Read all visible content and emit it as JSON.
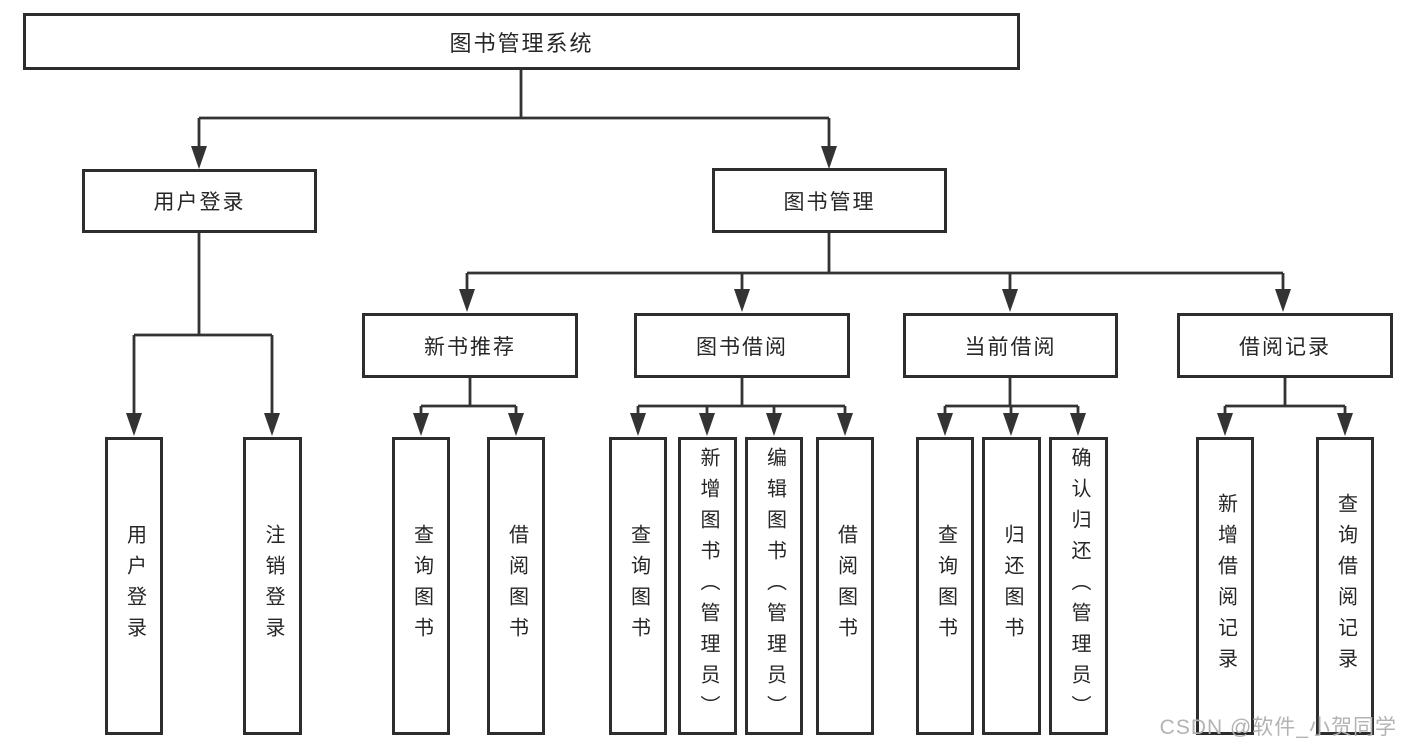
{
  "diagram": {
    "root": {
      "label": "图书管理系统",
      "children": [
        {
          "label": "用户登录",
          "children": [
            {
              "label": "用户登录"
            },
            {
              "label": "注销登录"
            }
          ]
        },
        {
          "label": "图书管理",
          "children": [
            {
              "label": "新书推荐",
              "children": [
                {
                  "label": "查询图书"
                },
                {
                  "label": "借阅图书"
                }
              ]
            },
            {
              "label": "图书借阅",
              "children": [
                {
                  "label": "查询图书"
                },
                {
                  "label": "新增图书（管理员）"
                },
                {
                  "label": "编辑图书（管理员）"
                },
                {
                  "label": "借阅图书"
                }
              ]
            },
            {
              "label": "当前借阅",
              "children": [
                {
                  "label": "查询图书"
                },
                {
                  "label": "归还图书"
                },
                {
                  "label": "确认归还（管理员）"
                }
              ]
            },
            {
              "label": "借阅记录",
              "children": [
                {
                  "label": "新增借阅记录"
                },
                {
                  "label": "查询借阅记录"
                }
              ]
            }
          ]
        }
      ]
    }
  },
  "watermark": {
    "text": "CSDN @软件_小贺同学"
  },
  "colors": {
    "line": "#333333",
    "box_border": "#2d2d2d",
    "text": "#262626",
    "watermark": "#b3b3b3",
    "background": "#ffffff"
  }
}
